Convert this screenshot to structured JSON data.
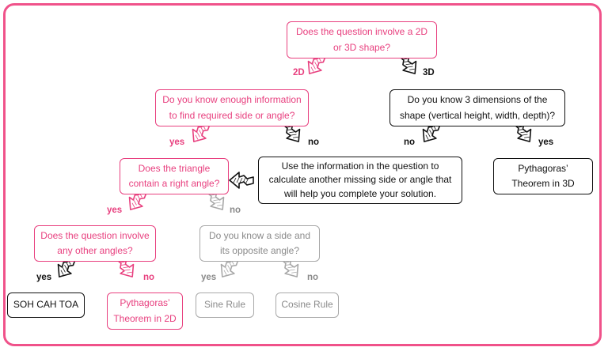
{
  "colors": {
    "pink": "#e8407f",
    "black": "#111111",
    "grey": "#a8a8a8",
    "frame": "#f0528a"
  },
  "boxes": {
    "q_shape": "Does the question involve a 2D or 3D shape?",
    "q_enough_info": "Do you know enough information to find required side or angle?",
    "q_3_dimensions": "Do you know 3 dimensions of the shape (vertical height, width, depth)?",
    "q_right_angle": "Does the triangle contain a right angle?",
    "use_information": "Use the information in the question to calculate another missing side or angle that will help you complete your solution.",
    "pythagoras_3d": "Pythagoras’ Theorem in 3D",
    "q_other_angles": "Does the question involve any other angles?",
    "q_side_opposite": "Do you know a side and its opposite angle?",
    "soh_cah_toa": "SOH CAH TOA",
    "pythagoras_2d": "Pythagoras’ Theorem in 2D",
    "sine_rule": "Sine Rule",
    "cosine_rule": "Cosine Rule"
  },
  "labels": {
    "2d": "2D",
    "3d": "3D",
    "yes_enough": "yes",
    "no_enough": "no",
    "no_3dim": "no",
    "yes_3dim": "yes",
    "yes_right": "yes",
    "no_right": "no",
    "yes_other": "yes",
    "no_other": "no",
    "yes_side": "yes",
    "no_side": "no"
  },
  "arrows": [
    {
      "name": "arrow-2d",
      "color": "pink",
      "dir": "sw"
    },
    {
      "name": "arrow-3d",
      "color": "black",
      "dir": "se"
    },
    {
      "name": "arrow-yes-enough",
      "color": "pink",
      "dir": "sw"
    },
    {
      "name": "arrow-no-enough",
      "color": "black",
      "dir": "se"
    },
    {
      "name": "arrow-no-3dim",
      "color": "black",
      "dir": "sw"
    },
    {
      "name": "arrow-yes-3dim",
      "color": "black",
      "dir": "se"
    },
    {
      "name": "arrow-use-to-triangle",
      "color": "black",
      "dir": "w"
    },
    {
      "name": "arrow-yes-right",
      "color": "pink",
      "dir": "sw"
    },
    {
      "name": "arrow-no-right",
      "color": "grey",
      "dir": "se"
    },
    {
      "name": "arrow-yes-other",
      "color": "black",
      "dir": "sw"
    },
    {
      "name": "arrow-no-other",
      "color": "pink",
      "dir": "se"
    },
    {
      "name": "arrow-yes-side",
      "color": "grey",
      "dir": "sw"
    },
    {
      "name": "arrow-no-side",
      "color": "grey",
      "dir": "se"
    }
  ]
}
